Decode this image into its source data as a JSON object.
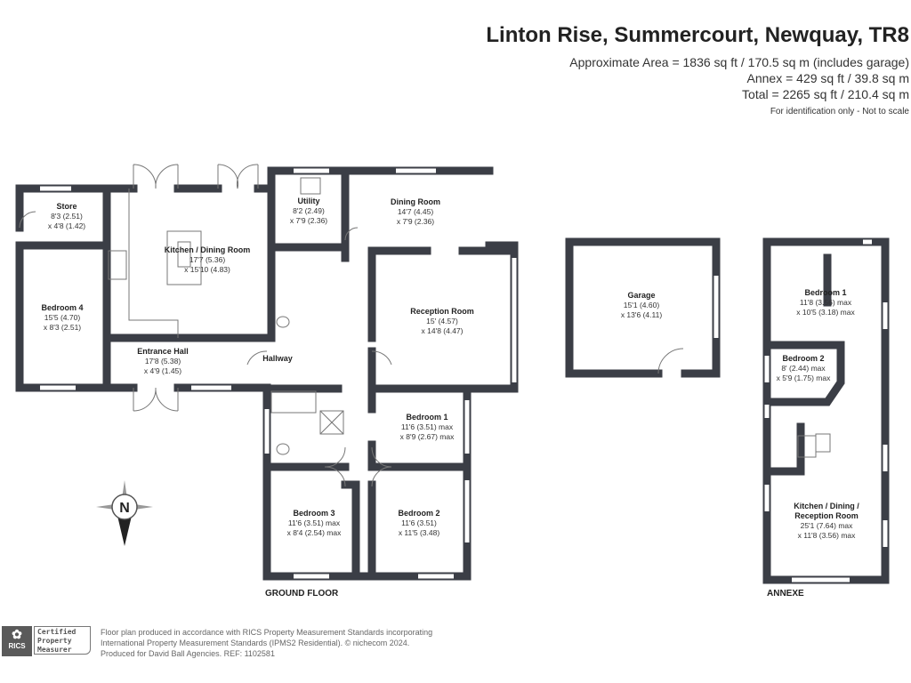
{
  "header": {
    "title": "Linton Rise, Summercourt, Newquay, TR8",
    "area_main": "Approximate Area = 1836 sq ft / 170.5 sq m (includes garage)",
    "area_annex": "Annex = 429 sq ft / 39.8 sq m",
    "area_total": "Total = 2265 sq ft / 210.4 sq m",
    "disclaimer": "For identification only - Not to scale"
  },
  "ground_floor": {
    "label": "GROUND FLOOR",
    "rooms": [
      {
        "name": "Store",
        "d1": "8'3 (2.51)",
        "d2": "x 4'8 (1.42)"
      },
      {
        "name": "Kitchen / Dining Room",
        "d1": "17'7 (5.36)",
        "d2": "x 15'10 (4.83)"
      },
      {
        "name": "Utility",
        "d1": "8'2 (2.49)",
        "d2": "x 7'9 (2.36)"
      },
      {
        "name": "Dining Room",
        "d1": "14'7 (4.45)",
        "d2": "x 7'9 (2.36)"
      },
      {
        "name": "Bedroom 4",
        "d1": "15'5 (4.70)",
        "d2": "x 8'3 (2.51)"
      },
      {
        "name": "Reception Room",
        "d1": "15' (4.57)",
        "d2": "x 14'8 (4.47)"
      },
      {
        "name": "Entrance Hall",
        "d1": "17'8 (5.38)",
        "d2": "x 4'9 (1.45)"
      },
      {
        "name": "Hallway"
      },
      {
        "name": "Bedroom 1",
        "d1": "11'6 (3.51) max",
        "d2": "x 8'9 (2.67) max"
      },
      {
        "name": "Bedroom 3",
        "d1": "11'6 (3.51) max",
        "d2": "x 8'4 (2.54) max"
      },
      {
        "name": "Bedroom 2",
        "d1": "11'6 (3.51)",
        "d2": "x 11'5 (3.48)"
      },
      {
        "name": "Garage",
        "d1": "15'1 (4.60)",
        "d2": "x 13'6 (4.11)"
      }
    ]
  },
  "annexe": {
    "label": "ANNEXE",
    "rooms": [
      {
        "name": "Bedroom 1",
        "d1": "11'8 (3.56) max",
        "d2": "x 10'5 (3.18) max"
      },
      {
        "name": "Bedroom 2",
        "d1": "8' (2.44) max",
        "d2": "x 5'9 (1.75) max"
      },
      {
        "name": "Kitchen / Dining /",
        "name2": "Reception Room",
        "d1": "25'1 (7.64) max",
        "d2": "x 11'8 (3.56) max"
      }
    ]
  },
  "compass": {
    "label": "N"
  },
  "footer": {
    "rics_logo": "RICS",
    "cert_line1": "Certified",
    "cert_line2": "Property",
    "cert_line3": "Measurer",
    "line1": "Floor plan produced in accordance with RICS Property Measurement Standards incorporating",
    "line2": "International Property Measurement Standards (IPMS2 Residential).   © nichecom 2024.",
    "line3": "Produced for David Ball Agencies.    REF:  1102581"
  },
  "colors": {
    "wall": "#3b3e46",
    "text": "#333333"
  }
}
